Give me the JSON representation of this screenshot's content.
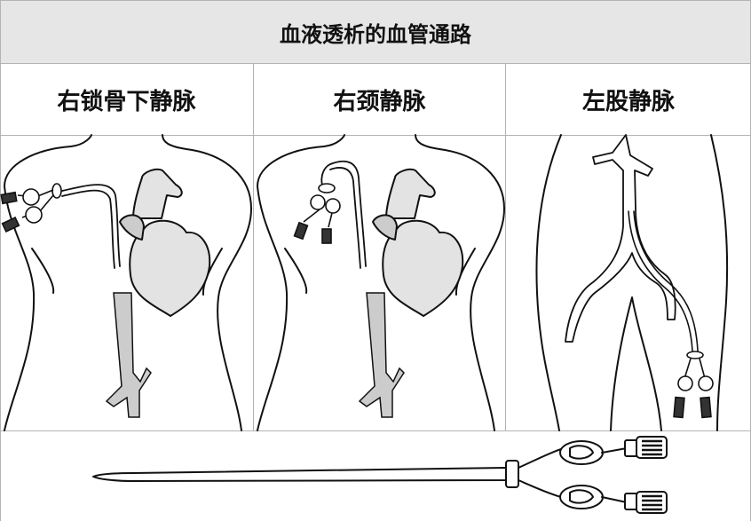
{
  "title": "血液透析的血管通路",
  "panels": [
    {
      "label": "右锁骨下静脉"
    },
    {
      "label": "右颈静脉"
    },
    {
      "label": "左股静脉"
    }
  ],
  "colors": {
    "header_bg": "#e6e6e6",
    "grid_line": "#b3b3b3",
    "organ_fill": "#e3e3e3",
    "vessel_fill": "#cccccc",
    "outline": "#111111"
  }
}
